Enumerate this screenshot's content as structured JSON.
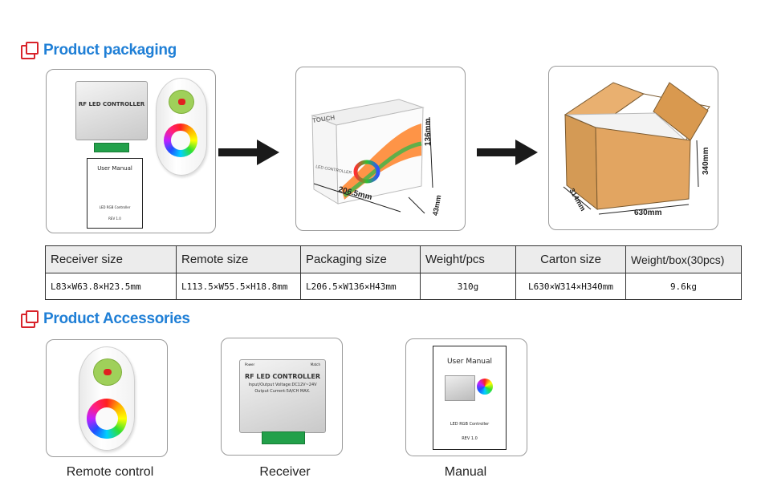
{
  "packaging": {
    "title": "Product packaging",
    "dims": {
      "height": "136mm",
      "length": "206.5mm",
      "depth": "43mm"
    },
    "carton_dims": {
      "height": "340mm",
      "length": "630mm",
      "depth": "314mm"
    },
    "box_text": {
      "brand": "TOUCH",
      "product": "LED CONTROLLER"
    }
  },
  "controller_label": {
    "title": "RF LED CONTROLLER",
    "line1": "Input/Output Voltage:DC12V~24V",
    "line2": "Output Current:5A/CH MAX.",
    "power": "Power",
    "match": "Match"
  },
  "manual_label": {
    "title": "User Manual",
    "subtitle": "LED RGB Controller",
    "rev": "REV 1.0"
  },
  "table": {
    "headers": [
      "Receiver size",
      "Remote size",
      "Packaging size",
      "Weight/pcs",
      "Carton size",
      "Weight/box(30pcs)"
    ],
    "values": [
      "L83×W63.8×H23.5mm",
      "L113.5×W55.5×H18.8mm",
      "L206.5×W136×H43mm",
      "310g",
      "L630×W314×H340mm",
      "9.6kg"
    ]
  },
  "accessories": {
    "title": "Product Accessories",
    "items": [
      {
        "caption": "Remote control",
        "icon": "remote-control-icon"
      },
      {
        "caption": "Receiver",
        "icon": "receiver-icon"
      },
      {
        "caption": "Manual",
        "icon": "manual-icon"
      }
    ]
  },
  "colors": {
    "accent_blue": "#1f7fd6",
    "icon_red": "#d8232a",
    "carton": "#e2a561"
  }
}
